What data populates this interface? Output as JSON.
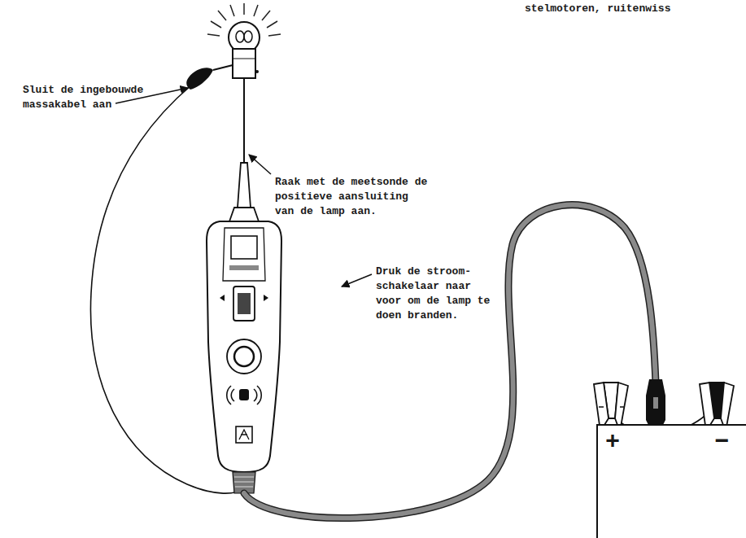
{
  "diagram": {
    "labels": [
      "stelmotoren, ruitenwiss",
      "Sluit de ingebouwde massakabel aan",
      "Raak met de meetsonde de positieve aansluiting van de lamp aan.",
      "Druk de stroom-schakelaar naar voor om de lamp te doen branden.",
      "+",
      "−"
    ]
  }
}
